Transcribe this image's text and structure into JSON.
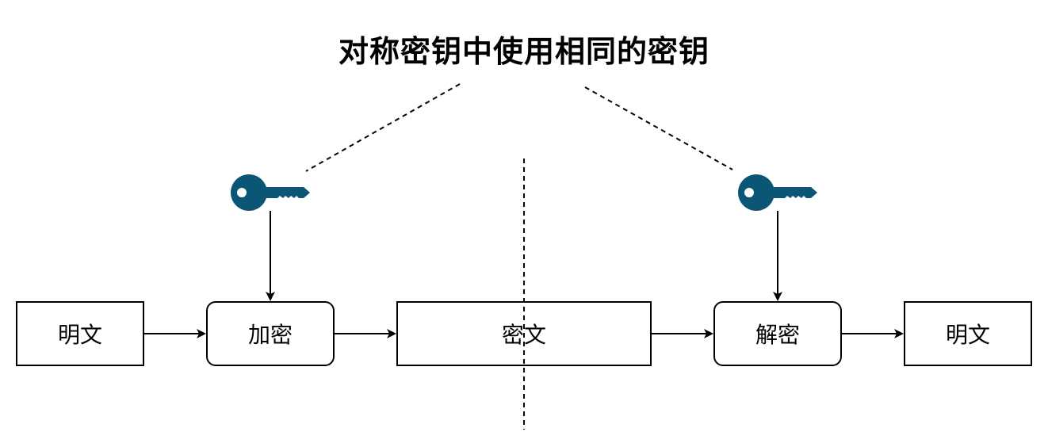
{
  "title": "对称密钥中使用相同的密钥",
  "nodes": {
    "plaintext_in": "明文",
    "encrypt": "加密",
    "ciphertext": "密文",
    "decrypt": "解密",
    "plaintext_out": "明文"
  },
  "icons": {
    "encrypt_key": "key-icon",
    "decrypt_key": "key-icon"
  },
  "colors": {
    "key": "#0b5575",
    "stroke": "#000000",
    "background": "#ffffff"
  }
}
